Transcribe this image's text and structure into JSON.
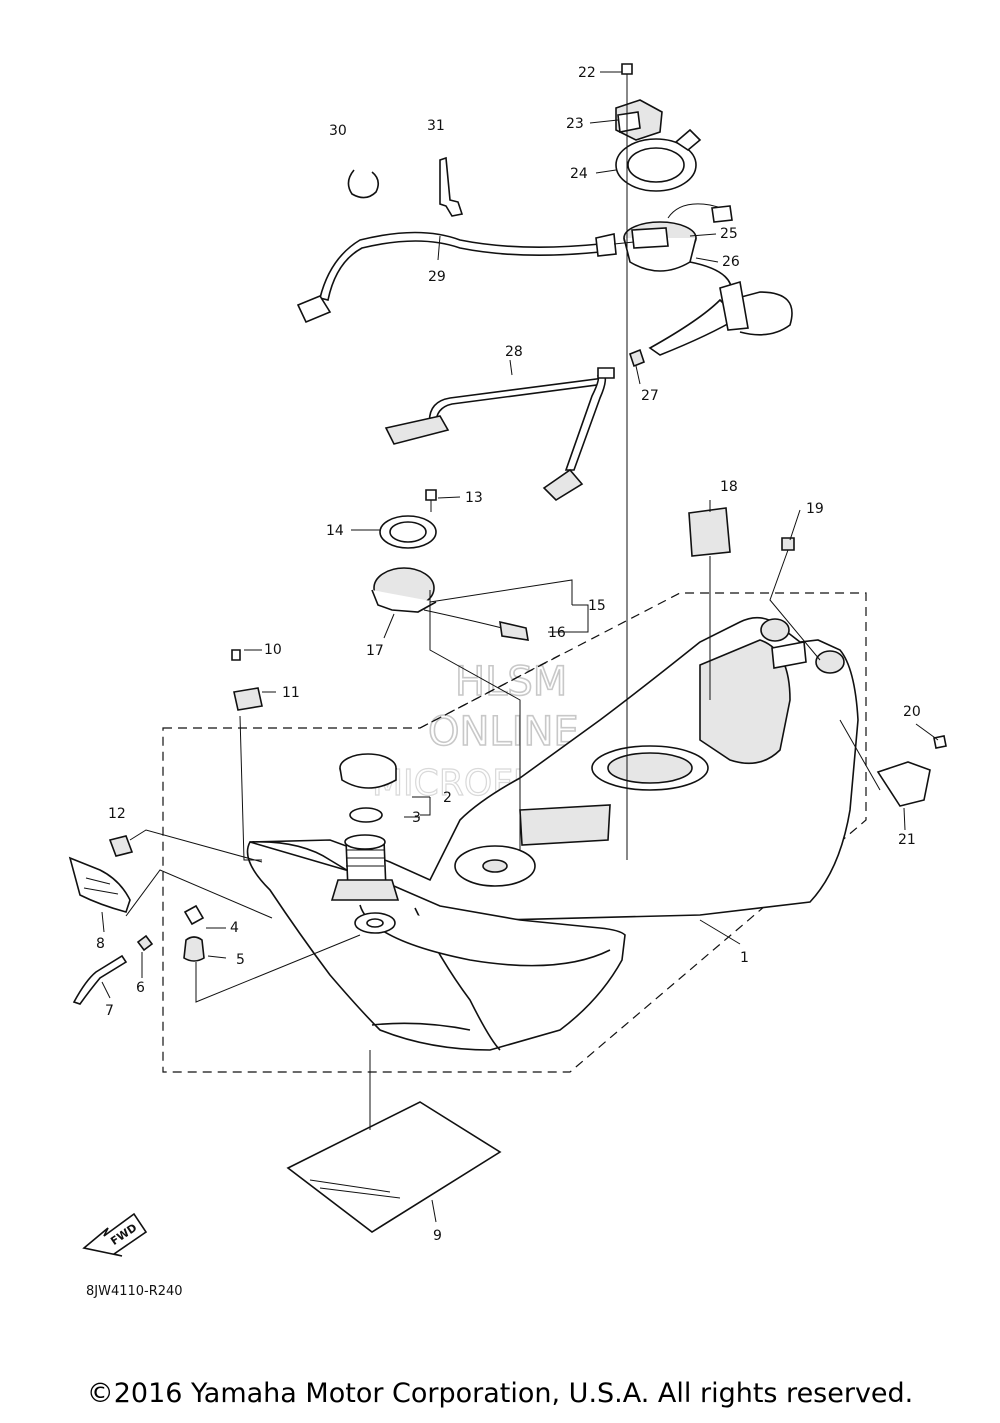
{
  "diagram": {
    "drawing_code": "8JW4110-R240",
    "fwd_label": "FWD",
    "watermark": [
      "HLSM",
      "ONLINE",
      "MICROFICHE"
    ],
    "callouts": [
      "1",
      "2",
      "3",
      "4",
      "5",
      "6",
      "7",
      "8",
      "9",
      "10",
      "11",
      "12",
      "13",
      "14",
      "15",
      "16",
      "17",
      "18",
      "19",
      "20",
      "21",
      "22",
      "23",
      "24",
      "25",
      "26",
      "27",
      "28",
      "29",
      "30",
      "31"
    ]
  },
  "footer": {
    "copyright": "©2016 Yamaha Motor Corporation, U.S.A. All rights reserved."
  }
}
